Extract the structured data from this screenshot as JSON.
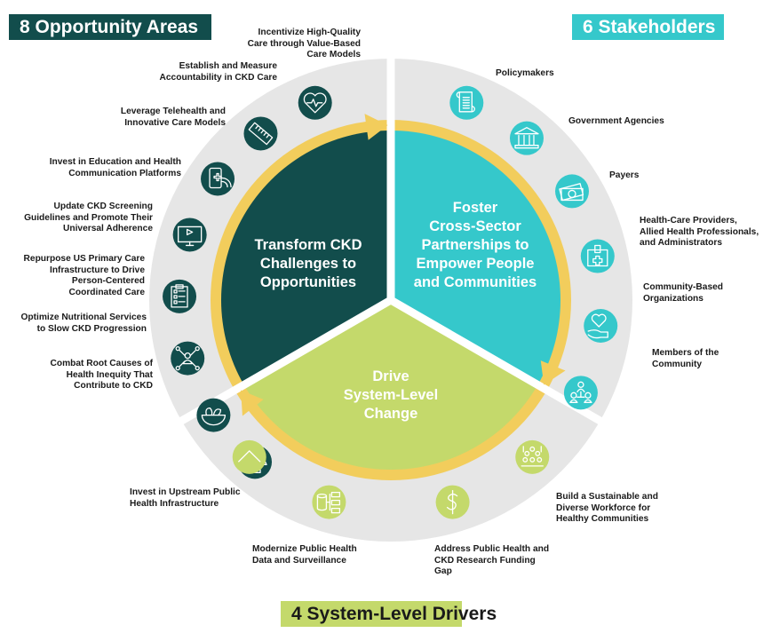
{
  "titles": {
    "opportunity_areas": "8 Opportunity Areas",
    "stakeholders": "6 Stakeholders",
    "system_drivers": "4 System-Level Drivers"
  },
  "center": {
    "transform": [
      "Transform CKD",
      "Challenges to",
      "Opportunities"
    ],
    "foster": [
      "Foster",
      "Cross-Sector",
      "Partnerships to",
      "Empower People",
      "and Communities"
    ],
    "drive": [
      "Drive",
      "System-Level",
      "Change"
    ]
  },
  "colors": {
    "dark_teal": "#124d4c",
    "turquoise": "#35c8cb",
    "lime": "#c4d96b",
    "yellow": "#f2cd5c",
    "ring_gray": "#e6e6e6"
  },
  "opportunity_areas": [
    {
      "label": [
        "Incentivize High-Quality",
        "Care through Value-Based",
        "Care Models"
      ],
      "icon": "heart-pulse-icon"
    },
    {
      "label": [
        "Establish and Measure",
        "Accountability in CKD Care"
      ],
      "icon": "ruler-icon"
    },
    {
      "label": [
        "Leverage Telehealth and",
        "Innovative Care Models"
      ],
      "icon": "telehealth-phone-icon"
    },
    {
      "label": [
        "Invest in Education and Health",
        "Communication Platforms"
      ],
      "icon": "video-monitor-icon"
    },
    {
      "label": [
        "Update CKD Screening",
        "Guidelines and Promote Their",
        "Universal Adherence"
      ],
      "icon": "clipboard-checklist-icon"
    },
    {
      "label": [
        "Repurpose US Primary Care",
        "Infrastructure to Drive",
        "Person-Centered",
        "Coordinated Care"
      ],
      "icon": "network-person-icon"
    },
    {
      "label": [
        "Optimize Nutritional Services",
        "to Slow CKD Progression"
      ],
      "icon": "food-bowl-icon"
    },
    {
      "label": [
        "Combat Root Causes of",
        "Health Inequity That",
        "Contribute to CKD"
      ],
      "icon": "scales-icon"
    }
  ],
  "stakeholders": [
    {
      "label": [
        "Policymakers"
      ],
      "icon": "scroll-icon"
    },
    {
      "label": [
        "Government Agencies"
      ],
      "icon": "government-building-icon"
    },
    {
      "label": [
        "Payers"
      ],
      "icon": "money-bills-icon"
    },
    {
      "label": [
        "Health-Care Providers,",
        "Allied Health Professionals,",
        "and Administrators"
      ],
      "icon": "medical-badge-icon"
    },
    {
      "label": [
        "Community-Based",
        "Organizations"
      ],
      "icon": "heart-hand-icon"
    },
    {
      "label": [
        "Members of the",
        "Community"
      ],
      "icon": "people-network-icon"
    }
  ],
  "system_drivers": [
    {
      "label": [
        "Invest in Upstream Public",
        "Health Infrastructure"
      ],
      "icon": "upward-chevron-icon"
    },
    {
      "label": [
        "Modernize Public Health",
        "Data and Surveillance"
      ],
      "icon": "database-tree-icon"
    },
    {
      "label": [
        "Address Public Health and",
        "CKD Research Funding",
        "Gap"
      ],
      "icon": "dollar-icon"
    },
    {
      "label": [
        "Build a Sustainable and",
        "Diverse Workforce for",
        "Healthy Communities"
      ],
      "icon": "workforce-group-icon"
    }
  ]
}
